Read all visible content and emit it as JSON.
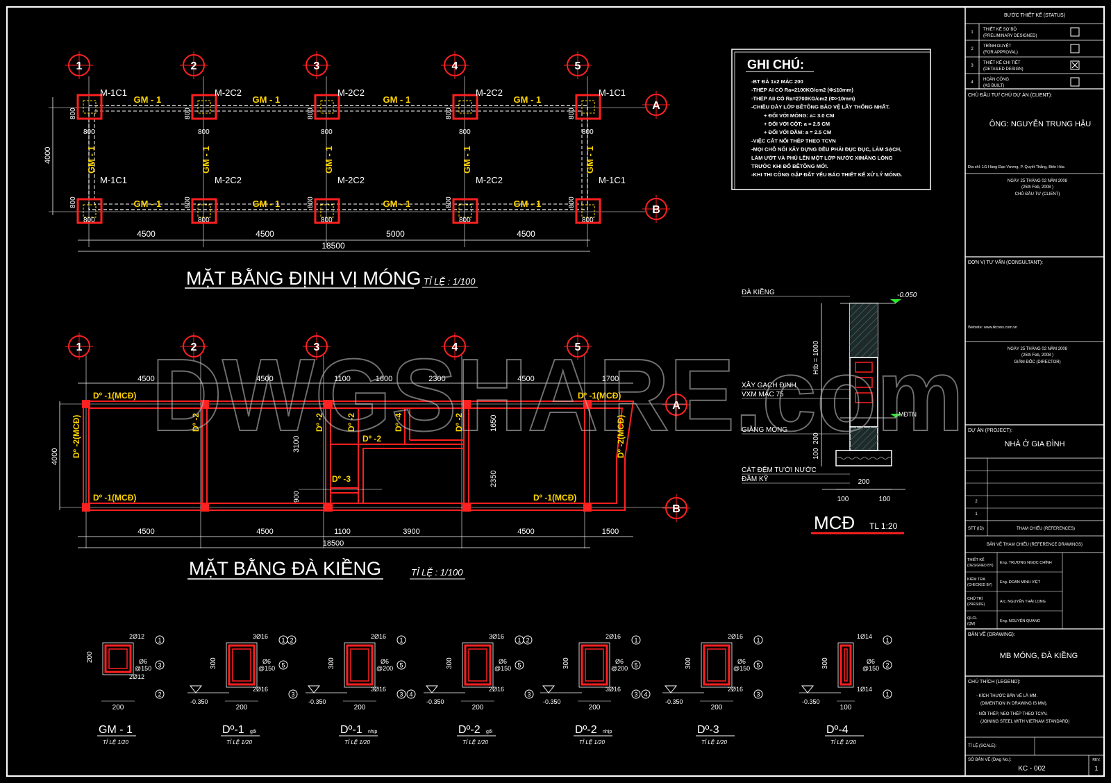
{
  "colors": {
    "background": "#000000",
    "frame": "#ffffff",
    "members": "#ff2020",
    "labels": "#ffd400",
    "grid": "#ff0000"
  },
  "grid": {
    "axes": [
      "1",
      "2",
      "3",
      "4",
      "5"
    ],
    "rows": [
      "A",
      "B"
    ]
  },
  "plan1": {
    "title": "MẶT BẰNG ĐỊNH VỊ MÓNG",
    "scale": "TỈ LỆ : 1/100",
    "foot_labels_top": [
      "M-1C1",
      "M-2C2",
      "M-2C2",
      "M-2C2",
      "M-1C1"
    ],
    "foot_labels_bottom": [
      "M-1C1",
      "M-2C2",
      "M-2C2",
      "M-2C2",
      "M-1C1"
    ],
    "beam_label": "GM - 1",
    "dim_800": "800",
    "dim_4000": "4000",
    "spans": [
      "4500",
      "4500",
      "5000",
      "4500"
    ],
    "total": "18500"
  },
  "plan2": {
    "title": "MẶT BẰNG ĐÀ KIỀNG",
    "scale": "TỈ LỆ : 1/100",
    "top_dims": [
      "4500",
      "4500",
      "1100",
      "1600",
      "2300",
      "4500",
      "1700"
    ],
    "bottom_dims": [
      "4500",
      "4500",
      "1100",
      "3900",
      "4500",
      "1500"
    ],
    "total": "18500",
    "left_dim": "4000",
    "inner_dims": [
      "3100",
      "1650",
      "2350",
      "900"
    ],
    "labels": {
      "d1_top_left": "Dº -1(MCĐ)",
      "d1_top_right": "Dº -1(MCĐ)",
      "d1_bot_left": "Dº -1(MCĐ)",
      "d1_bot_right": "Dº -1(MCĐ)",
      "d2_left": "Dº -2(MCĐ)",
      "d2_right": "Dº -2(MCĐ)",
      "d2": "Dº -2",
      "d3": "Dº -3",
      "d4": "Dº -4"
    }
  },
  "notes": {
    "title": "GHI CHÚ:",
    "lines": [
      "-BT ĐÁ 1x2 MÁC 200",
      "-THÉP AI CÓ Ra=2100KG/cm2 (Φ≤10mm)",
      "-THÉP AII CÓ Ra=2700KG/cm2 (Φ>10mm)",
      "-CHIỀU DÀY LỚP BÊTÔNG BẢO VỆ LẤY THỐNG NHẤT.",
      "+ ĐỐI VỚI MÓNG: a= 3.0 CM",
      "+ ĐỐI VỚI CỘT:     a = 2.5 CM",
      "+ ĐỐI VỚI DẦM:    a = 2.5 CM",
      "-VIỆC CẮT NỐI THÉP THEO TCVN",
      "-MỌI CHỖ NỐI XÂY DỰNG ĐỀU PHẢI ĐỤC ĐỤC, LÀM SẠCH,",
      " LÀM ƯỚT VÀ PHỦ LÊN MỘT LỚP NƯỚC XIMĂNG LỎNG",
      " TRƯỚC KHI ĐỔ BÊTÔNG MỚI.",
      "-KHI THI CÔNG GẶP ĐẤT YẾU BÁO THIẾT KẾ XỬ LÝ MÓNG."
    ]
  },
  "section_mcd": {
    "title": "MCĐ",
    "scale": "TL 1:20",
    "labels": [
      "ĐÀ KIỀNG",
      "XÂY GẠCH ĐINH",
      "VXM MÁC 75",
      "GIẰNG MÓNG",
      "CÁT ĐỆM TƯỚI NƯỚC",
      "ĐẦM KỸ"
    ],
    "levels": [
      "-0.050",
      "MĐTN"
    ],
    "dims": [
      "Htb = 1000",
      "200",
      "100",
      "200",
      "100",
      "100"
    ]
  },
  "details": [
    {
      "name": "GM - 1",
      "scale": "TỈ LỆ 1/20",
      "top": "2Ø12",
      "mid": "Ø6\n@150",
      "bot": "2Ø12",
      "w": "200",
      "h": "200",
      "nums": [
        "1",
        "3",
        "2"
      ]
    },
    {
      "name": "Dº-1",
      "sub": "gối",
      "scale": "TỈ LỆ 1/20",
      "top": "3Ø16",
      "mid": "Ø6\n@150",
      "bot": "2Ø16",
      "w": "200",
      "h": "300",
      "level": "-0.350",
      "nums": [
        "1",
        "2",
        "5",
        "3"
      ]
    },
    {
      "name": "Dº-1",
      "sub": "nhịp",
      "scale": "TỈ LỆ 1/20",
      "top": "2Ø16",
      "mid": "Ø6\n@200",
      "bot": "3Ø16",
      "w": "200",
      "h": "300",
      "level": "-0.350",
      "nums": [
        "1",
        "5",
        "3",
        "4"
      ]
    },
    {
      "name": "Dº-2",
      "sub": "gối",
      "scale": "TỈ LỆ 1/20",
      "top": "3Ø16",
      "mid": "Ø6\n@150",
      "bot": "2Ø16",
      "w": "200",
      "h": "300",
      "level": "-0.350",
      "nums": [
        "1",
        "2",
        "5",
        "3"
      ]
    },
    {
      "name": "Dº-2",
      "sub": "nhịp",
      "scale": "TỈ LỆ 1/20",
      "top": "2Ø16",
      "mid": "Ø6\n@200",
      "bot": "3Ø16",
      "w": "200",
      "h": "300",
      "level": "-0.350",
      "nums": [
        "1",
        "5",
        "3",
        "4"
      ]
    },
    {
      "name": "Dº-3",
      "sub": "",
      "scale": "TỈ LỆ 1/20",
      "top": "2Ø16",
      "mid": "Ø6\n@150",
      "bot": "2Ø16",
      "w": "200",
      "h": "300",
      "level": "-0.350",
      "nums": [
        "1",
        "5",
        "3"
      ]
    },
    {
      "name": "Dº-4",
      "sub": "",
      "scale": "TỈ LỆ 1/20",
      "top": "1Ø14",
      "mid": "Ø6\n@150",
      "bot": "1Ø14",
      "w": "100",
      "h": "300",
      "level": "-0.350",
      "nums": [
        "1",
        "2",
        "1"
      ]
    }
  ],
  "watermark": "DWGSHARE.com",
  "titleblock": {
    "status_header": "BƯỚC THIẾT KẾ (STATUS)",
    "status": [
      {
        "n": "1",
        "vi": "THIẾT KẾ SƠ BỘ",
        "en": "(PRELIMINARY DESIGNED)",
        "checked": false
      },
      {
        "n": "2",
        "vi": "TRÌNH DUYỆT",
        "en": "(FOR APPROVAL)",
        "checked": false
      },
      {
        "n": "3",
        "vi": "THIẾT KẾ CHI TIẾT",
        "en": "(DETAILED DESIGN)",
        "checked": true
      },
      {
        "n": "4",
        "vi": "HOÀN CÔNG",
        "en": "(AS BUILT)",
        "checked": false
      }
    ],
    "client_label": "CHỦ ĐẦU TƯ/ CHỦ DỰ ÁN (CLIENT):",
    "client_name": "ÔNG: NGUYỄN TRUNG HẬU",
    "client_address": "Địa chỉ: 1/1 Hùng Đạo Vương, P. Quyết Thắng, Biên Hòa",
    "client_date": [
      "NGÀY 25 THÁNG 02 NĂM 2008",
      "(25th Feb, 2008 )",
      "CHỦ ĐẦU TƯ (CLIENT)"
    ],
    "consultant_label": "ĐƠN VỊ TƯ VẤN (CONSULTANT):",
    "website": "Website: www.tkcons.com.vn",
    "director_date": [
      "NGÀY 25 THÁNG 02 NĂM 2008",
      "(25th Feb, 2008 )",
      "GIÁM ĐỐC (DIRECTOR)"
    ],
    "project_label": "DỰ ÁN (PROJECT):",
    "project_name": "NHÀ Ở GIA ĐÌNH",
    "rev_rows": [
      "2",
      "1"
    ],
    "stt_label": "STT (ID)",
    "ref_label": "THAM CHIẾU (REFERENCES)",
    "ref_drawings": "BẢN VẼ THAM CHIẾU (REFERENCE DRAWINGS)",
    "people": [
      {
        "role": "THIẾT KẾ",
        "role_en": "(DESIGNED BY)",
        "name": "Eng. TRƯƠNG NGỌC CHÍNH"
      },
      {
        "role": "KIỂM TRA",
        "role_en": "(CHECKED BY)",
        "name": "Eng. ĐOÀN MINH VIỆT"
      },
      {
        "role": "CHỦ TRÌ",
        "role_en": "(PRESIDE)",
        "name": "Arc. NGUYỄN THÁI LONG"
      },
      {
        "role": "QLCL",
        "role_en": "(QM)",
        "name": "Eng. NGUYỄN QUANG"
      }
    ],
    "drawing_label": "BẢN VẼ (DRAWING):",
    "drawing_name": "MB MÓNG, ĐÀ KIỀNG",
    "legend_label": "CHÚ THÍCH (LEGEND):",
    "legend_lines": [
      "- KÍCH THƯỚC BẢN VẼ LÀ MM.",
      "(DIMENTION IN DRAWING IS MM).",
      "- NỐI THÉP, NEO THÉP THEO TCVN.",
      "(JOINING STEEL WITH VIETNAM STANDARD)"
    ],
    "scale_label": "TỈ LỆ (SCALE):",
    "dwgno_label": "SỐ BẢN VẼ (Dwg No.):",
    "dwgno": "KC - 002",
    "rev_label": "REV.",
    "rev": "1"
  }
}
